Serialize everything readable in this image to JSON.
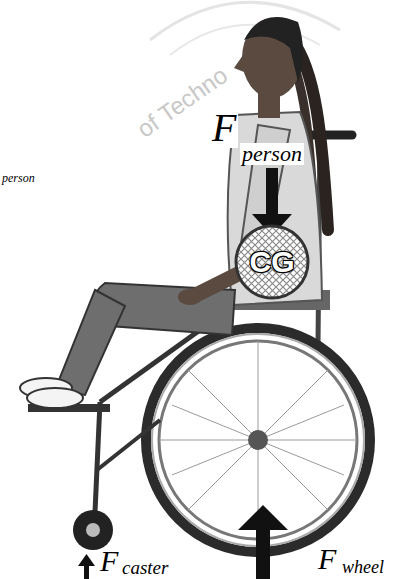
{
  "diagram": {
    "nodes": [
      {
        "text": [
          "CG"
        ]
      }
    ],
    "labels": [
      "F",
      "person",
      "F",
      "caster",
      "F",
      "wheel",
      "person",
      "of Techno"
    ]
  }
}
